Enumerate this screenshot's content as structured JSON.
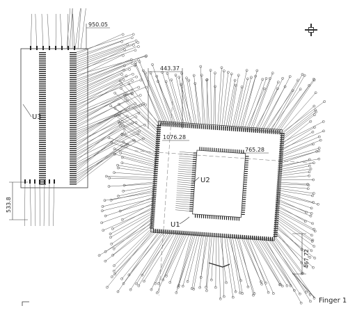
{
  "diagram": {
    "components": [
      {
        "ref": "U3"
      },
      {
        "ref": "U2"
      },
      {
        "ref": "U1"
      }
    ],
    "dimensions": {
      "top_u3": "950.05",
      "u1_top_width": "443.37",
      "u2_width": "1076.28",
      "u2_right": "765.28",
      "left_height": "533.8",
      "right_height": "467.72"
    },
    "finger_label": "Finger 1",
    "icons": {
      "crosshair": "crosshair-icon",
      "marker": "corner-marker-icon"
    },
    "colors": {
      "line": "#444444",
      "pad": "#222222",
      "background": "#ffffff"
    }
  }
}
